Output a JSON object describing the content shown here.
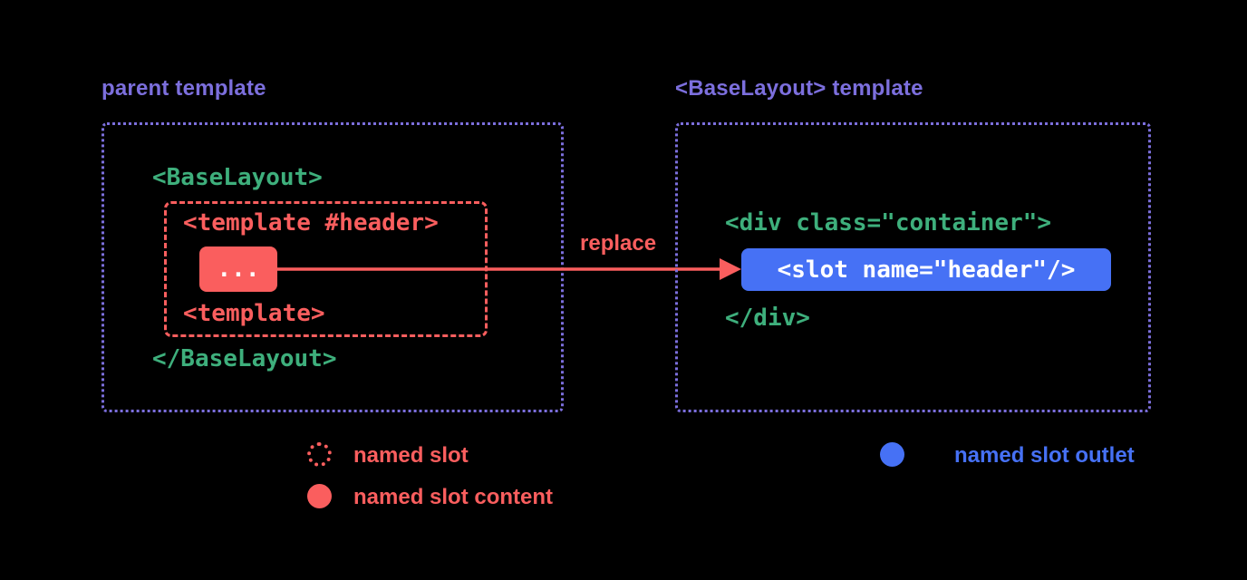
{
  "colors": {
    "purple": "#7c6fdd",
    "green": "#3eaf7c",
    "red": "#fa5e5e",
    "blue": "#4671f5",
    "background": "#000000"
  },
  "left_panel": {
    "title": "parent template",
    "code_open": "<BaseLayout>",
    "named_slot": {
      "template_open": "<template #header>",
      "content": "...",
      "template_close": "<template>"
    },
    "code_close": "</BaseLayout>"
  },
  "arrow": {
    "label": "replace"
  },
  "right_panel": {
    "title": "<BaseLayout> template",
    "code_open": "<div class=\"container\">",
    "slot_outlet": "<slot name=\"header\"/>",
    "code_close": "</div>"
  },
  "legend": {
    "named_slot": "named slot",
    "named_slot_content": "named slot content",
    "named_slot_outlet": "named slot outlet"
  }
}
